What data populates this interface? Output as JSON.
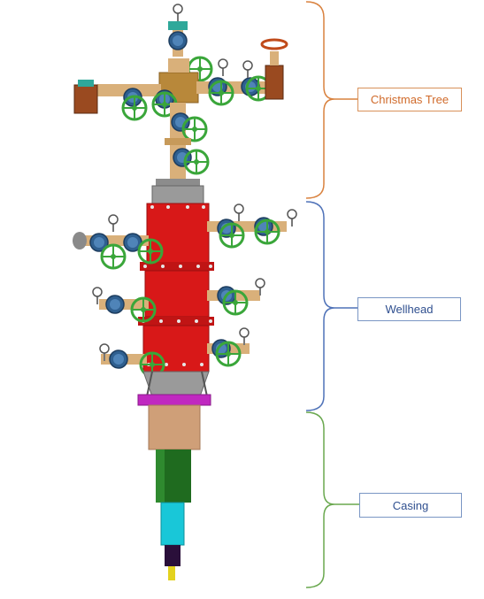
{
  "sections": [
    {
      "label": "Christmas Tree",
      "color": "#d9823f"
    },
    {
      "label": "Wellhead",
      "color": "#4f72b8"
    },
    {
      "label": "Casing",
      "color": "#6aa84f"
    }
  ],
  "colors": {
    "spool_red": "#d81818",
    "valve_green": "#3aa63a",
    "valve_blue": "#2f5f8f",
    "fitting_tan": "#d9b07a",
    "flange_magenta": "#c028c0",
    "casing_tan": "#cf9f78",
    "casing_green": "#1f6b1f",
    "casing_cyan": "#19c7d8",
    "casing_purple": "#2a0f3a",
    "casing_yellow": "#e3d21e"
  }
}
